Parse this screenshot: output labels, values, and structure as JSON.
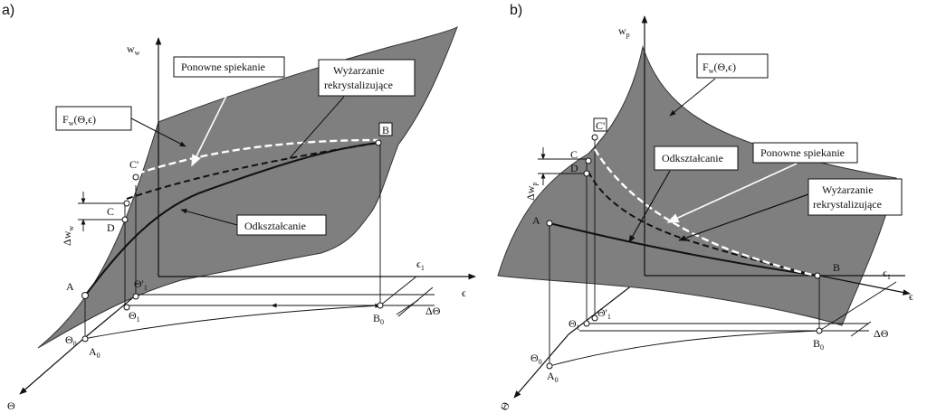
{
  "panels": [
    {
      "id": "a",
      "panel_label": "a)",
      "axes": {
        "vertical": "w",
        "vertical_sub": "w",
        "x": "ϵ",
        "x_ref": "ϵ",
        "x_ref_sub": "1",
        "depth": "Θ"
      },
      "surface_label": {
        "text": "F",
        "sub": "w",
        "args": "(Θ,ϵ)"
      },
      "boxes": {
        "re_sintering": "Ponowne spiekanie",
        "recryst_line1": "Wyżarzanie",
        "recryst_line2": "rekrystalizujące",
        "deformation": "Odkształcanie"
      },
      "points": {
        "A": "A",
        "B": "B",
        "C": "C",
        "C_prime": "C'",
        "D": "D",
        "A0": "A",
        "A0_sub": "0",
        "B0": "B",
        "B0_sub": "0",
        "theta0": "Θ",
        "theta0_sub": "0",
        "theta1": "Θ",
        "theta1_sub": "1",
        "theta1p": "Θ'",
        "theta1p_sub": "1",
        "delta_w": "Δw",
        "delta_w_sub": "w",
        "delta_theta": "ΔΘ"
      }
    },
    {
      "id": "b",
      "panel_label": "b)",
      "axes": {
        "vertical": "w",
        "vertical_sub": "p",
        "x": "ϵ",
        "x_ref": "ϵ",
        "x_ref_sub": "1",
        "depth": "Θ"
      },
      "surface_label": {
        "text": "F",
        "sub": "w",
        "args": "(Θ,ϵ)"
      },
      "boxes": {
        "deformation": "Odkształcanie",
        "re_sintering": "Ponowne spiekanie",
        "recryst_line1": "Wyżarzanie",
        "recryst_line2": "rekrystalizujące"
      },
      "points": {
        "A": "A",
        "B": "B",
        "C": "C",
        "C_prime": "C'",
        "D": "D",
        "A0": "A",
        "A0_sub": "0",
        "B0": "B",
        "B0_sub": "0",
        "theta0": "Θ",
        "theta0_sub": "0",
        "theta1": "Θ",
        "theta1_sub": "1",
        "theta1p": "Θ'",
        "theta1p_sub": "1",
        "delta_w": "Δw",
        "delta_w_sub": "p",
        "delta_theta": "ΔΘ"
      }
    }
  ]
}
